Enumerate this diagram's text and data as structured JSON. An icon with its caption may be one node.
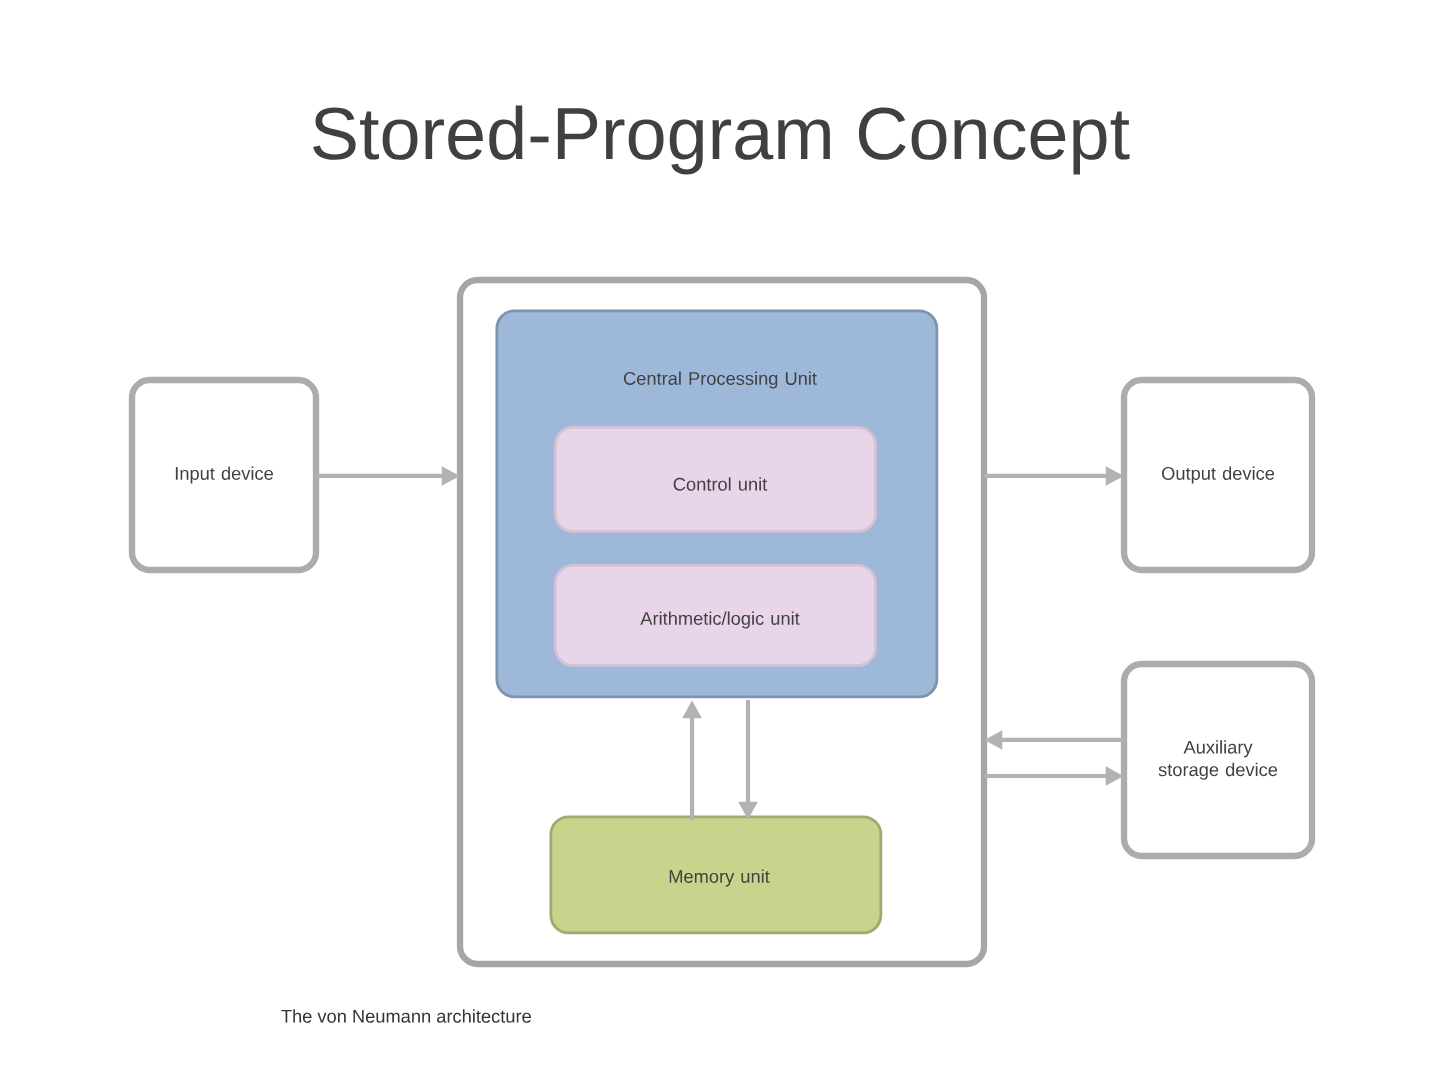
{
  "diagram": {
    "title": "Stored-Program Concept",
    "nodes": [
      {
        "text": [
          "Input device"
        ]
      },
      {
        "text": [],
        "shape": "box"
      },
      {
        "text": [
          "Central Processing Unit"
        ],
        "in": 1
      },
      {
        "text": [
          "Control unit"
        ],
        "in": 2
      },
      {
        "text": [
          "Arithmetic/logic unit"
        ],
        "in": 2
      },
      {
        "text": [
          "Memory unit"
        ],
        "in": 1
      },
      {
        "text": [
          "Output device"
        ]
      },
      {
        "text": [
          "Auxiliary storage device"
        ]
      }
    ],
    "edges": [
      {
        "from": 0,
        "to": 1,
        "arrow": "to"
      },
      {
        "from": 5,
        "to": 2,
        "arrow": "to"
      },
      {
        "from": 2,
        "to": 5,
        "arrow": "to"
      },
      {
        "from": 1,
        "to": 6,
        "arrow": "to"
      },
      {
        "from": 7,
        "to": 1,
        "arrow": "to"
      },
      {
        "from": 1,
        "to": 7,
        "arrow": "to"
      }
    ],
    "labels": [
      "The von Neumann architecture"
    ]
  }
}
